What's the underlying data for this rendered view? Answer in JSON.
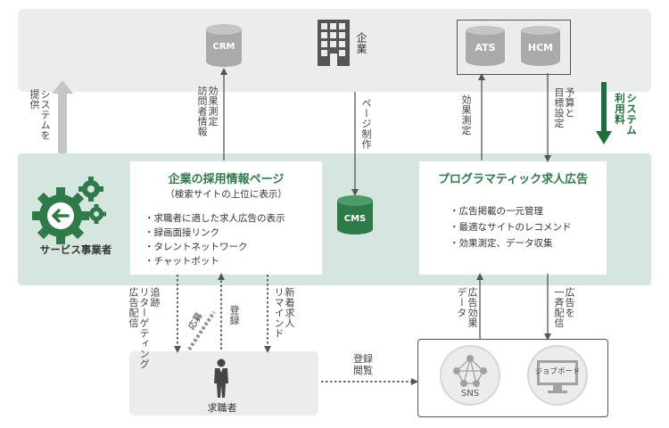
{
  "company": {
    "label": "企業",
    "crm": "CRM",
    "ats": "ATS",
    "hcm": "HCM"
  },
  "provider": {
    "label": "サービス事業者"
  },
  "career_page": {
    "title": "企業の採用情報ページ",
    "subtitle": "（検索サイトの上位に表示）",
    "bullets": [
      "・求職者に適した求人広告の表示",
      "・録画面接リンク",
      "・タレントネットワーク",
      "・チャットボット"
    ]
  },
  "cms": {
    "label": "CMS"
  },
  "programmatic": {
    "title": "プログラマティック求人広告",
    "bullets": [
      "・広告掲載の一元管理",
      "・最適なサイトのレコメンド",
      "・効果測定、データ収集"
    ]
  },
  "jobseeker": {
    "label": "求職者"
  },
  "channels": {
    "sns": "SNS",
    "jobboard": "ジョブボード"
  },
  "flows": {
    "system_provide": "システムを\n提供",
    "effect_measure_visits": "効果測定\n訪問者情報",
    "page_production": "ページ制作",
    "effect_measure": "効果測定",
    "budget_goal": "予算と\n目標設定",
    "system_usage_fee": "システム\n利用料",
    "tracking": "追跡\nリターゲティング\n広告配信",
    "apply": "応募",
    "register": "登録",
    "new_job_remind": "新着求人\nリマインド",
    "ad_effect_data": "広告効果\nデータ",
    "ad_bulk_delivery": "広告を\n一斉配信",
    "register_browse": "登録\n閲覧"
  }
}
